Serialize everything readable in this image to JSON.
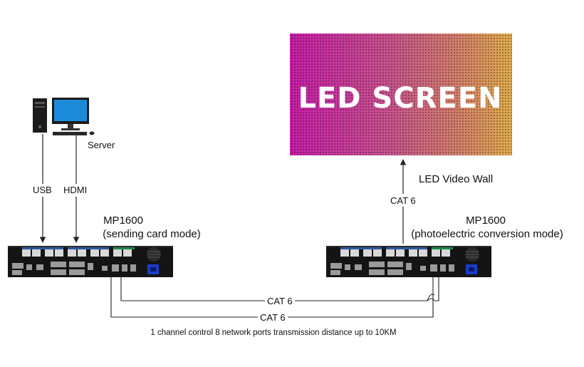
{
  "labels": {
    "server": "Server",
    "usb": "USB",
    "hdmi": "HDMI",
    "device_left_name": "MP1600",
    "device_left_mode": "(sending card mode)",
    "device_right_name": "MP1600",
    "device_right_mode": "(photoelectric conversion mode)",
    "led_screen": "LED SCREEN",
    "led_wall": "LED Video Wall",
    "cat6_up": "CAT 6",
    "cat6_link1": "CAT 6",
    "cat6_link2": "CAT 6",
    "footer": "1 channel control 8 network ports transmission distance up to 10KM"
  },
  "colors": {
    "screen_gradient": [
      "#c81ea8",
      "#c84a8e",
      "#d27a6e",
      "#e0a94e"
    ],
    "device_body": "#141414",
    "port_blue": "#2c5aa0",
    "port_green": "#1c8a4a",
    "power_blue": "#1a3cc8",
    "monitor_screen": "#1c8ad8"
  },
  "icons": {
    "computer": "desktop-computer-icon",
    "device_left": "mp1600-device-icon",
    "device_right": "mp1600-device-icon"
  }
}
